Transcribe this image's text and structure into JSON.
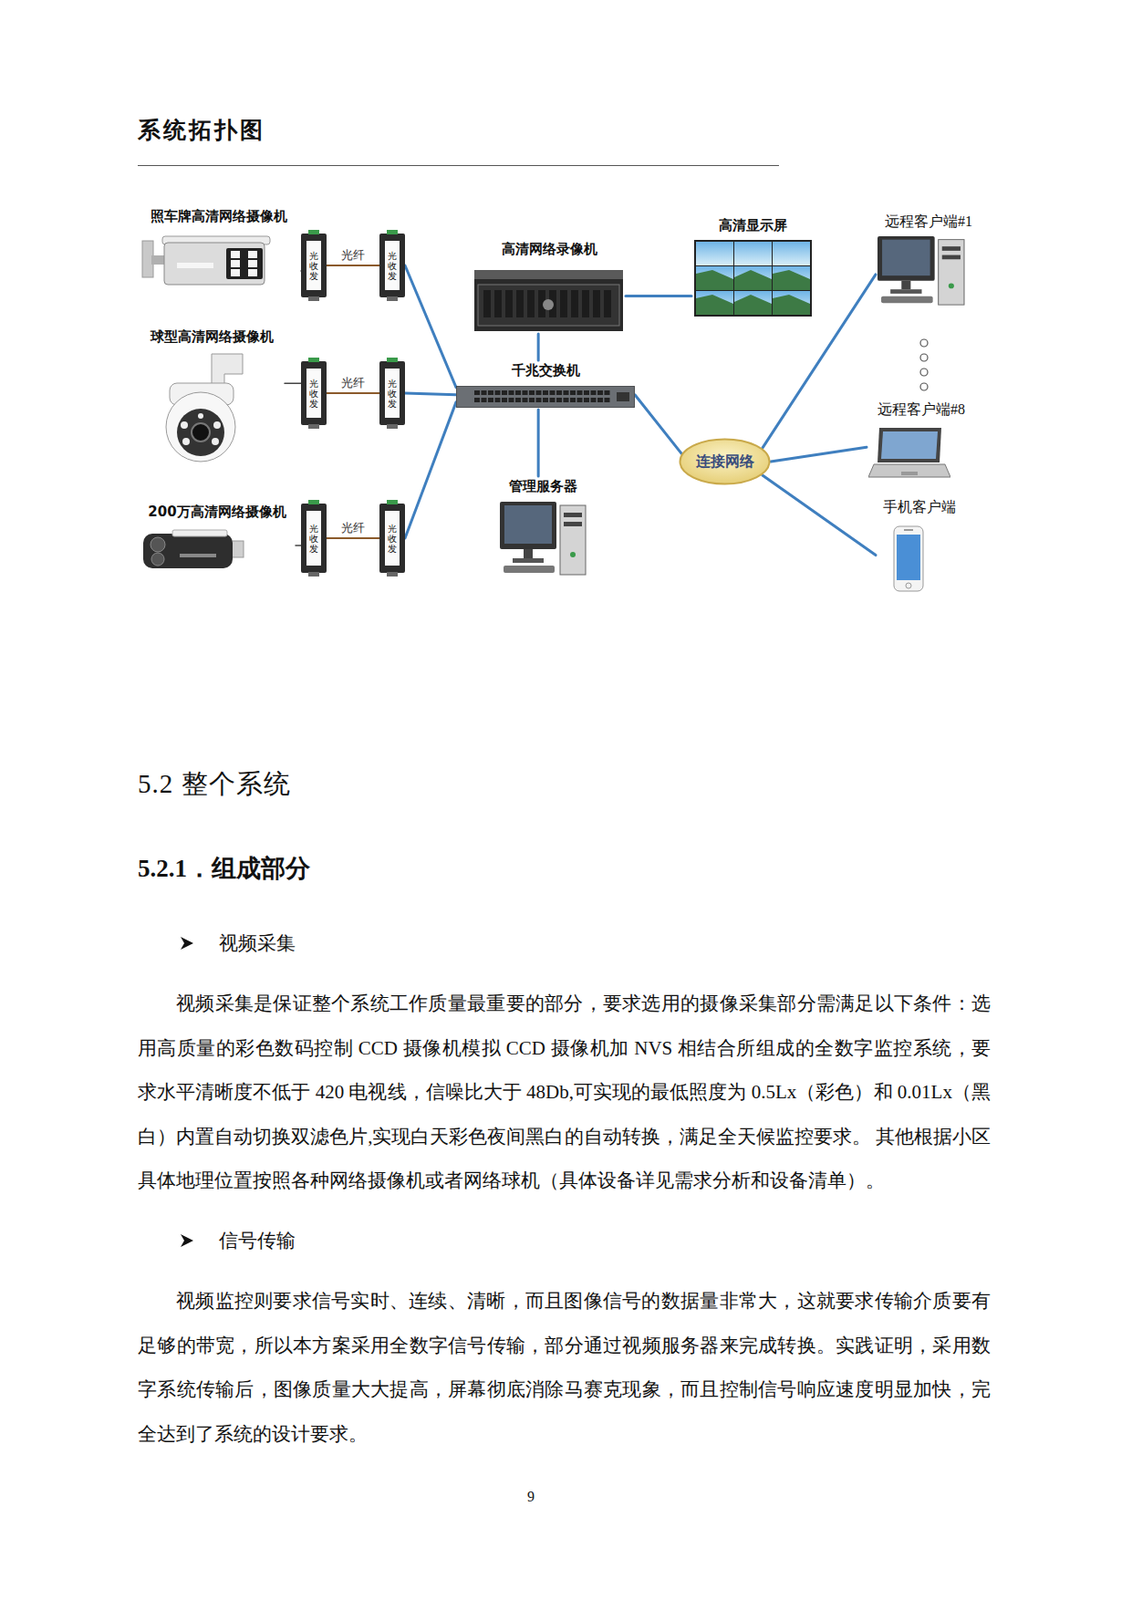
{
  "diagram": {
    "title": "系统拓扑图",
    "nodes": [
      {
        "text": [
          "照车牌高清网络摄像机"
        ]
      },
      {
        "text": [
          "光收发"
        ]
      },
      {
        "text": [
          "光收发"
        ]
      },
      {
        "text": [
          "球型高清网络摄像机"
        ]
      },
      {
        "text": [
          "光收发"
        ]
      },
      {
        "text": [
          "光收发"
        ]
      },
      {
        "text": [
          "200万高清网络摄像机"
        ]
      },
      {
        "text": [
          "光收发"
        ]
      },
      {
        "text": [
          "光收发"
        ]
      },
      {
        "text": [
          "高清网络录像机"
        ]
      },
      {
        "text": [
          "高清显示屏"
        ]
      },
      {
        "text": [
          "千兆交换机"
        ]
      },
      {
        "text": [
          "管理服务器"
        ]
      },
      {
        "text": [
          "连接网络"
        ]
      },
      {
        "text": [
          "远程客户端#1"
        ]
      },
      {
        "text": [
          "远程客户端#8"
        ]
      },
      {
        "text": [
          "手机客户端"
        ]
      }
    ],
    "edges": [
      {
        "from": 0,
        "to": 1,
        "arrow": "none"
      },
      {
        "from": 1,
        "to": 2,
        "label": "光纤",
        "arrow": "none"
      },
      {
        "from": 2,
        "to": 11,
        "arrow": "none"
      },
      {
        "from": 3,
        "to": 4,
        "arrow": "none"
      },
      {
        "from": 4,
        "to": 5,
        "label": "光纤",
        "arrow": "none"
      },
      {
        "from": 5,
        "to": 11,
        "arrow": "none"
      },
      {
        "from": 6,
        "to": 7,
        "arrow": "none"
      },
      {
        "from": 7,
        "to": 8,
        "label": "光纤",
        "arrow": "none"
      },
      {
        "from": 8,
        "to": 11,
        "arrow": "none"
      },
      {
        "from": 11,
        "to": 9,
        "arrow": "none"
      },
      {
        "from": 9,
        "to": 10,
        "arrow": "none"
      },
      {
        "from": 11,
        "to": 12,
        "arrow": "none"
      },
      {
        "from": 11,
        "to": 13,
        "arrow": "none"
      },
      {
        "from": 13,
        "to": 14,
        "arrow": "none"
      },
      {
        "from": 13,
        "to": 15,
        "arrow": "none"
      },
      {
        "from": 13,
        "to": 16,
        "arrow": "none"
      }
    ],
    "labels": [
      "5.2 整个系统",
      "5.2.1．组成部分",
      "视频采集",
      "视频采集是保证整个系统工作质量最重要的部分，要求选用的摄像采集部分需满足以下条件：选用高质量的彩色数码控制 CCD 摄像机模拟 CCD 摄像机加 NVS 相结合所组成的全数字监控系统，要求水平清晰度不低于 420 电视线，信噪比大于 48Db,可实现的最低照度为 0.5Lx（彩色）和 0.01Lx（黑白）内置自动切换双滤色片,实现白天彩色夜间黑白的自动转换，满足全天候监控要求。 其他根据小区具体地理位置按照各种网络摄像机或者网络球机（具体设备详见需求分析和设备清单）。",
      "信号传输",
      "视频监控则要求信号实时、连续、清晰，而且图像信号的数据量非常大，这就要求传输介质要有足够的带宽，所以本方案采用全数字信号传输，部分通过视频服务器来完成转换。实践证明，采用数字系统传输后，图像质量大大提高，屏幕彻底消除马赛克现象，而且控制信号响应速度明显加快，完全达到了系统的设计要求。",
      "9"
    ]
  }
}
